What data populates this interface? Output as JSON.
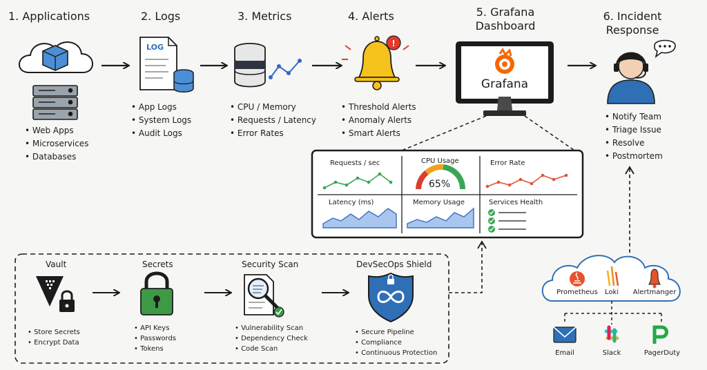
{
  "steps": [
    {
      "title": "1. Applications",
      "items": [
        "Web Apps",
        "Microservices",
        "Databases"
      ]
    },
    {
      "title": "2. Logs",
      "badge": "LOG",
      "items": [
        "App Logs",
        "System Logs",
        "Audit Logs"
      ]
    },
    {
      "title": "3. Metrics",
      "items": [
        "CPU / Memory",
        "Requests / Latency",
        "Error Rates"
      ]
    },
    {
      "title": "4. Alerts",
      "items": [
        "Threshold Alerts",
        "Anomaly Alerts",
        "Smart Alerts"
      ]
    },
    {
      "title_line1": "5. Grafana",
      "title_line2": "Dashboard",
      "screen_label": "Grafana"
    },
    {
      "title_line1": "6. Incident",
      "title_line2": "Response",
      "items": [
        "Notify Team",
        "Triage Issue",
        "Resolve",
        "Postmortem"
      ]
    }
  ],
  "dashboard": {
    "panels": {
      "requests": "Requests / sec",
      "cpu": "CPU Usage",
      "cpu_value": "65%",
      "error_rate": "Error Rate",
      "latency": "Latency (ms)",
      "memory": "Memory Usage",
      "services_health": "Services Health"
    }
  },
  "security": [
    {
      "title": "Vault",
      "items": [
        "Store Secrets",
        "Encrypt Data"
      ]
    },
    {
      "title": "Secrets",
      "items": [
        "API Keys",
        "Passwords",
        "Tokens"
      ]
    },
    {
      "title": "Security Scan",
      "items": [
        "Vulnerability Scan",
        "Dependency Check",
        "Code Scan"
      ]
    },
    {
      "title": "DevSecOps Shield",
      "items": [
        "Secure Pipeline",
        "Compliance",
        "Continuous Protection"
      ]
    }
  ],
  "tools": [
    "Prometheus",
    "Loki",
    "Alertmanger"
  ],
  "channels": [
    "Email",
    "Slack",
    "PagerDuty"
  ],
  "colors": {
    "accent_blue": "#2f6fb5",
    "grafana_orange": "#f46800",
    "alert_yellow": "#f6c21c",
    "alert_red": "#e23b2e",
    "lock_green": "#3d9b45",
    "chart_green": "#3aa655",
    "chart_red": "#e0533c"
  }
}
